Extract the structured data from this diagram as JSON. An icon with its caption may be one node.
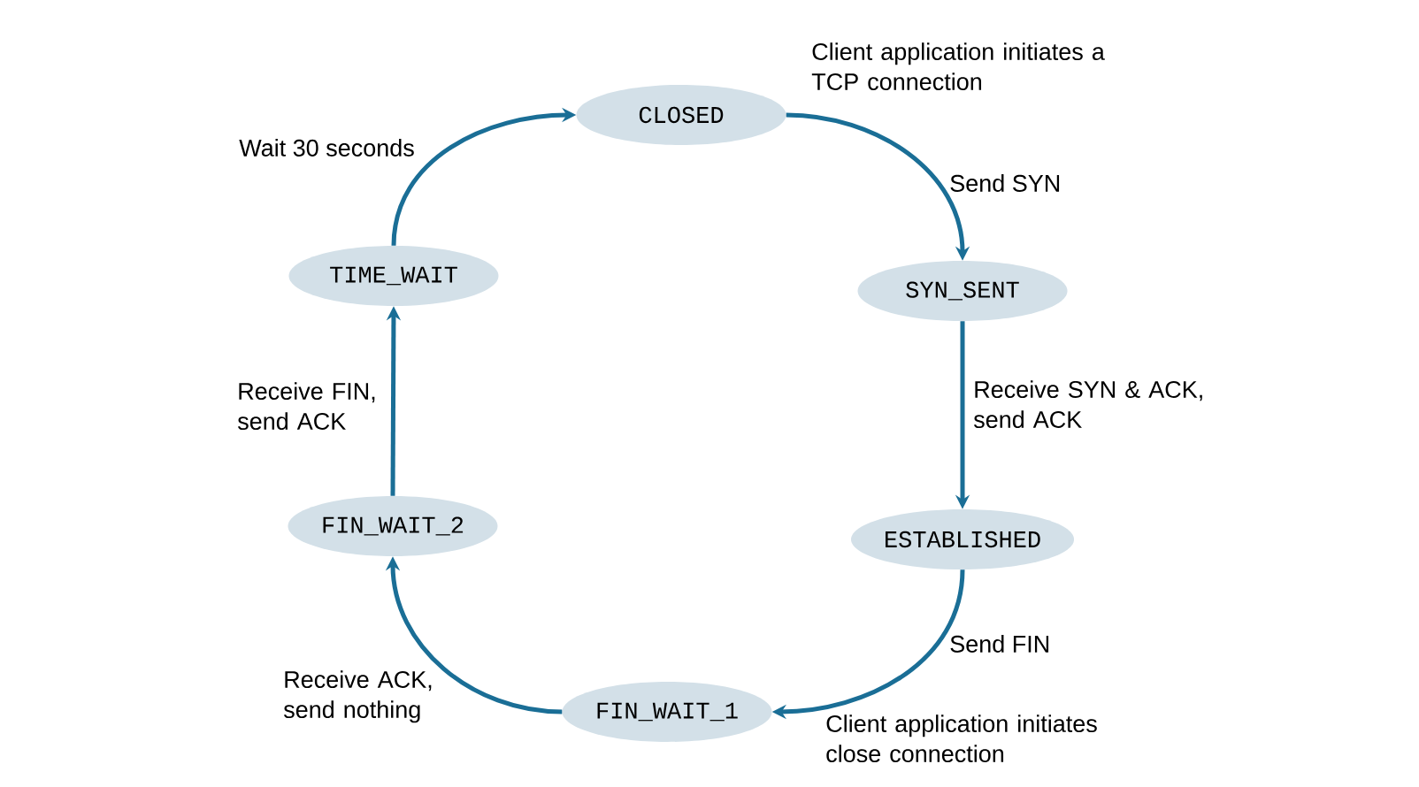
{
  "diagram": {
    "nodes": [
      {
        "text": [
          "CLOSED"
        ]
      },
      {
        "text": [
          "SYN_SENT"
        ]
      },
      {
        "text": [
          "ESTABLISHED"
        ]
      },
      {
        "text": [
          "FIN_WAIT_1"
        ]
      },
      {
        "text": [
          "FIN_WAIT_2"
        ]
      },
      {
        "text": [
          "TIME_WAIT"
        ]
      }
    ],
    "edges": [
      {
        "from": 0,
        "to": 1,
        "arrow": "to",
        "label": "Send SYN"
      },
      {
        "from": 1,
        "to": 2,
        "arrow": "to",
        "label": "Receive SYN & ACK, send ACK"
      },
      {
        "from": 2,
        "to": 3,
        "arrow": "to",
        "label": "Send FIN"
      },
      {
        "from": 3,
        "to": 4,
        "arrow": "to",
        "label": "Receive ACK, send nothing"
      },
      {
        "from": 4,
        "to": 5,
        "arrow": "to",
        "label": "Receive FIN, send ACK"
      },
      {
        "from": 5,
        "to": 0,
        "arrow": "to",
        "label": "Wait 30 seconds"
      }
    ],
    "labels": [
      "Client application initiates a TCP connection",
      "Client application initiates close connection"
    ]
  }
}
